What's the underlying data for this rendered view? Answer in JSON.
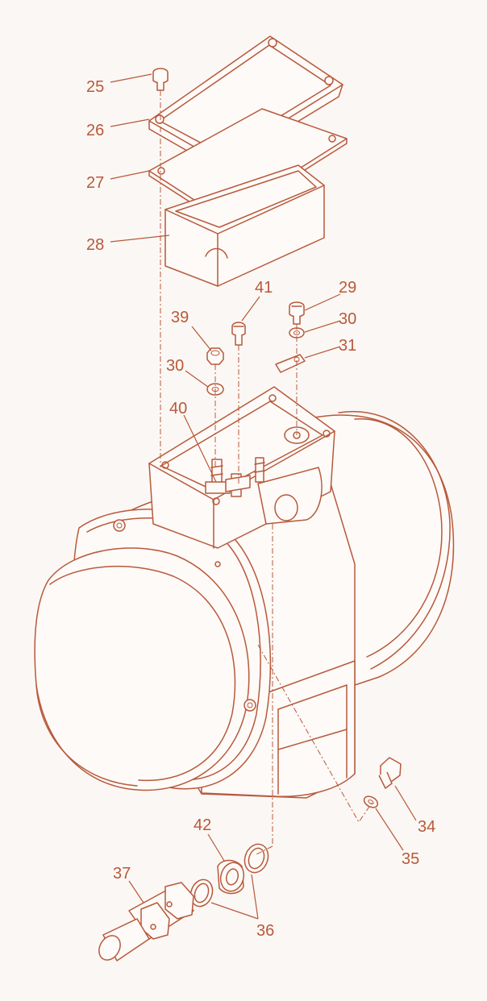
{
  "diagram": {
    "colors": {
      "line": "#b8593a",
      "background": "#fbf7f4"
    },
    "callouts": [
      {
        "id": "c25",
        "label": "25"
      },
      {
        "id": "c26",
        "label": "26"
      },
      {
        "id": "c27",
        "label": "27"
      },
      {
        "id": "c28",
        "label": "28"
      },
      {
        "id": "c41",
        "label": "41"
      },
      {
        "id": "c29",
        "label": "29"
      },
      {
        "id": "c39",
        "label": "39"
      },
      {
        "id": "c30a",
        "label": "30"
      },
      {
        "id": "c30b",
        "label": "30"
      },
      {
        "id": "c31",
        "label": "31"
      },
      {
        "id": "c40",
        "label": "40"
      },
      {
        "id": "c34",
        "label": "34"
      },
      {
        "id": "c35",
        "label": "35"
      },
      {
        "id": "c42",
        "label": "42"
      },
      {
        "id": "c37",
        "label": "37"
      },
      {
        "id": "c36",
        "label": "36"
      }
    ]
  }
}
